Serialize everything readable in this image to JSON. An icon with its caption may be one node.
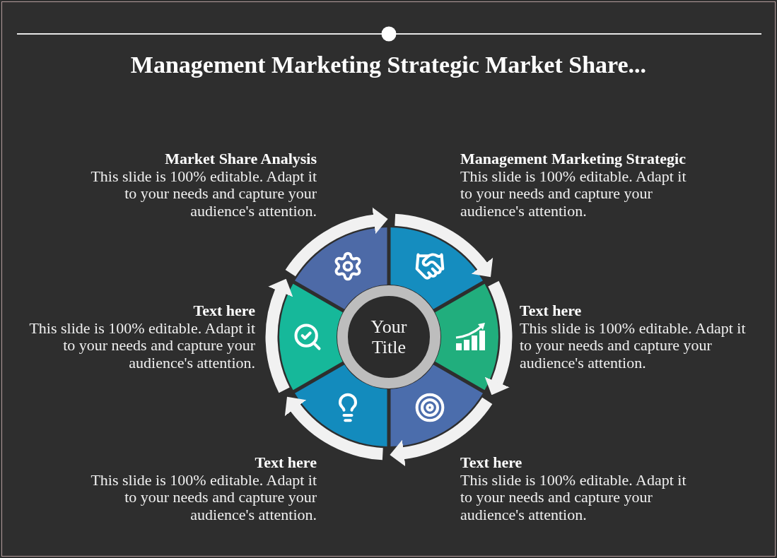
{
  "diagram": {
    "title": "Management Marketing Strategic Market Share...",
    "nodes": [
      {
        "text": [],
        "shape": "sector",
        "beside": [
          "Market Share Analysis",
          "This slide is 100% editable. Adapt it to your needs and capture your audience's attention."
        ]
      },
      {
        "text": [],
        "shape": "sector",
        "beside": [
          "Management Marketing Strategic",
          "This slide is 100% editable. Adapt it to your needs and capture your audience's attention."
        ]
      },
      {
        "text": [],
        "shape": "sector",
        "beside": [
          "Text here",
          "This slide is 100% editable. Adapt it to your needs and capture your audience's attention."
        ]
      },
      {
        "text": [
          "Your Title"
        ]
      },
      {
        "text": [],
        "shape": "sector",
        "beside": [
          "Text here",
          "This slide is 100% editable. Adapt it to your needs and capture your audience's attention."
        ]
      },
      {
        "text": [],
        "shape": "sector",
        "beside": [
          "Text here",
          "This slide is 100% editable. Adapt it to your needs and capture your audience's attention."
        ]
      },
      {
        "text": [],
        "shape": "sector",
        "beside": [
          "Text here",
          "This slide is 100% editable. Adapt it to your needs and capture your audience's attention."
        ]
      }
    ],
    "edges": [
      {
        "from": 0,
        "to": 1,
        "arrow": "to"
      },
      {
        "from": 1,
        "to": 4,
        "arrow": "to"
      },
      {
        "from": 4,
        "to": 6,
        "arrow": "to"
      },
      {
        "from": 6,
        "to": 5,
        "arrow": "to"
      },
      {
        "from": 5,
        "to": 2,
        "arrow": "to"
      },
      {
        "from": 2,
        "to": 0,
        "arrow": "to"
      }
    ]
  }
}
